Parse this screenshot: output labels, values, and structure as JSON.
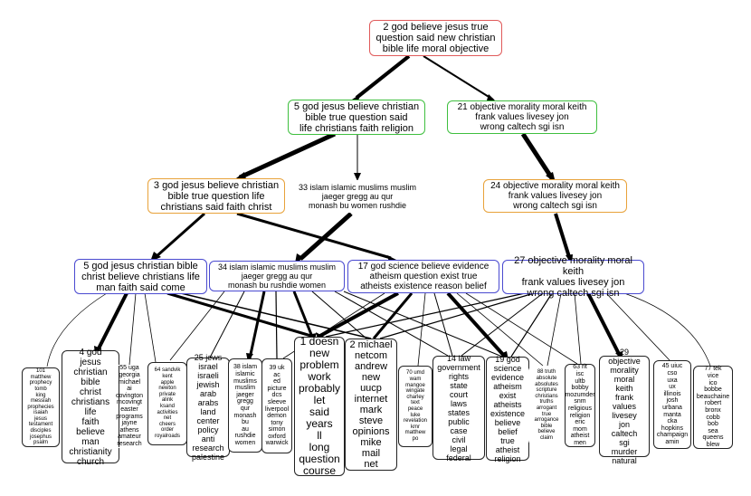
{
  "nodes": {
    "n2": {
      "text": "2 god believe jesus true\nquestion said new christian\nbible life moral objective"
    },
    "n5a": {
      "text": "5 god jesus believe christian\nbible true question said\nlife christians faith religion"
    },
    "n21": {
      "text": "21 objective morality moral keith\nfrank values livesey jon\nwrong caltech sgi isn"
    },
    "n3": {
      "text": "3 god jesus believe christian\nbible true question life\nchristians said faith christ"
    },
    "n33": {
      "text": "33 islam islamic muslims muslim\njaeger gregg au qur\nmonash bu women rushdie"
    },
    "n24": {
      "text": "24 objective morality moral keith\nfrank values livesey jon\nwrong caltech sgi isn"
    },
    "n5b": {
      "text": "5 god jesus christian bible\nchrist believe christians life\nman faith said come"
    },
    "n34": {
      "text": "34 islam islamic muslims muslim\njaeger gregg au qur\nmonash bu rushdie women"
    },
    "n17": {
      "text": "17 god science believe evidence\natheism question exist true\natheists existence reason belief"
    },
    "n27": {
      "text": "27 objective morality moral keith\nfrank values livesey jon\nwrong caltech sgi isn"
    },
    "l101": {
      "text": "101 matthew\nprophecy\ntomb\nking\nmessiah\nprophecies\nisaiah\njesus\ntestament\ndisciples\njosephus\npsalm"
    },
    "l4": {
      "text": "4 god\njesus\nchristian\nbible\nchrist\nchristians\nlife\nfaith\nbelieve\nman\nchristianity\nchurch"
    },
    "l55": {
      "text": "55 uga\ngeorgia\nmichael\nai\ncovington\nmcovingt\neaster\nprograms\njayne\nathens\namateur\nresearch"
    },
    "l64": {
      "text": "64 sandvik\nkent\napple\nnewton\nprivate\nalink\nksand\nactivities\nnet\ncheers\norder\nroyalroads"
    },
    "l25": {
      "text": "25 jews\nisrael\nisraeli\njewish\narab\narabs\nland\ncenter\npolicy\nanti\nresearch\npalestine"
    },
    "l38": {
      "text": "38 islam\nislamic\nmuslims\nmuslim\njaeger\ngregg\nqur\nmonash\nbu\nau\nrushdie\nwomen"
    },
    "l39": {
      "text": "39 uk\nac\ned\npicture\ndcs\nsleeve\nliverpool\ndemon\ntony\nsimon\noxford\nwarwick"
    },
    "l1": {
      "text": "1 doesn\nnew\nproblem\nwork\nprobably\nlet\nsaid\nyears\nll\nlong\nquestion\ncourse"
    },
    "l2": {
      "text": "2 michael\nnetcom\nandrew\nnew\nuucp\ninternet\nmark\nsteve\nopinions\nmike\nmail\nnet"
    },
    "l70": {
      "text": "70 umd\nwam\nmangoe\nwingate\ncharley\ntext\npeace\nluke\nrevelation\nkmr\nmatthew\npo"
    },
    "l14": {
      "text": "14 law\ngovernment\nrights\nstate\ncourt\nlaws\nstates\npublic\ncase\ncivil\nlegal\nfederal"
    },
    "l19": {
      "text": "19 god\nscience\nevidence\natheism\nexist\natheists\nexistence\nbelieve\nbelief\ntrue\natheist\nreligion"
    },
    "l88": {
      "text": "88 truth\nabsolute\nabsolutes\nscripture\nchristians\ntruths\narrogant\ntrue\narrogance\nbible\nbelieve\nclaim"
    },
    "l63": {
      "text": "63 rit\nisc\nultb\nbobby\nmozumder\nsnm\nreligious\nreligion\neric\nmom\natheist\nmen"
    },
    "l29": {
      "text": "29 objective\nmorality\nmoral\nkeith\nfrank\nvalues\nlivesey\njon\ncaltech\nsgi\nmurder\nnatural"
    },
    "l45": {
      "text": "45 uiuc\ncso\nuxa\nux\nillinois\njosh\nurbana\nmanta\ncka\nhopkins\nchampaign\namin"
    },
    "l77": {
      "text": "77 tek\nvice\nico\nbobbe\nbeauchaine\nrobert\nbronx\ncobb\nbob\nsea\nqueens\nblew"
    }
  }
}
